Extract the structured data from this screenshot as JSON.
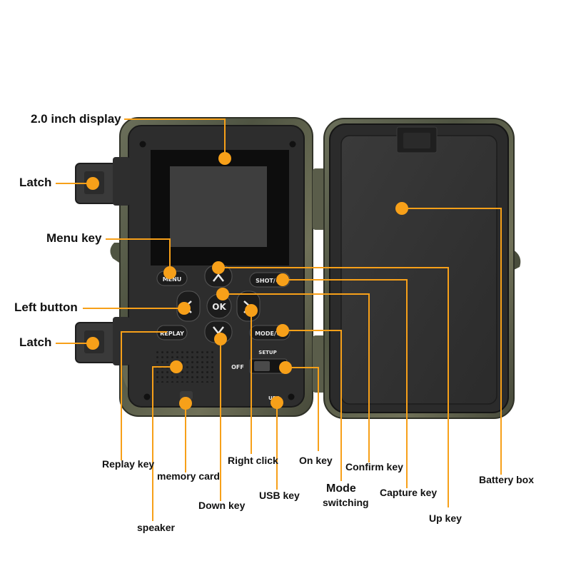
{
  "labels": {
    "display": "2.0 inch display",
    "latch_top": "Latch",
    "menu_key": "Menu key",
    "left_button": "Left button",
    "latch_bottom": "Latch",
    "replay_key": "Replay key",
    "memory_card": "memory card",
    "right_click": "Right click",
    "on_key": "On key",
    "confirm_key": "Confirm key",
    "battery_box": "Battery box",
    "down_key": "Down key",
    "usb_key": "USB key",
    "mode_line1": "Mode",
    "mode_line2": "switching",
    "capture_key": "Capture key",
    "up_key": "Up key",
    "speaker": "speaker"
  },
  "device": {
    "menu_btn": "MENU",
    "shot_btn": "SHOT/®",
    "replay_btn": "REPLAY",
    "mode_btn": "MODE/©",
    "ok_btn": "OK",
    "setup_text": "SETUP",
    "off_text": "OFF",
    "usb_text": "USB"
  },
  "colors": {
    "callout": "#f7a019",
    "housing": "#5a5f4c",
    "panel": "#2a2a2a",
    "screen_bezel": "#0d0d0d",
    "screen": "#3e3e3e"
  }
}
